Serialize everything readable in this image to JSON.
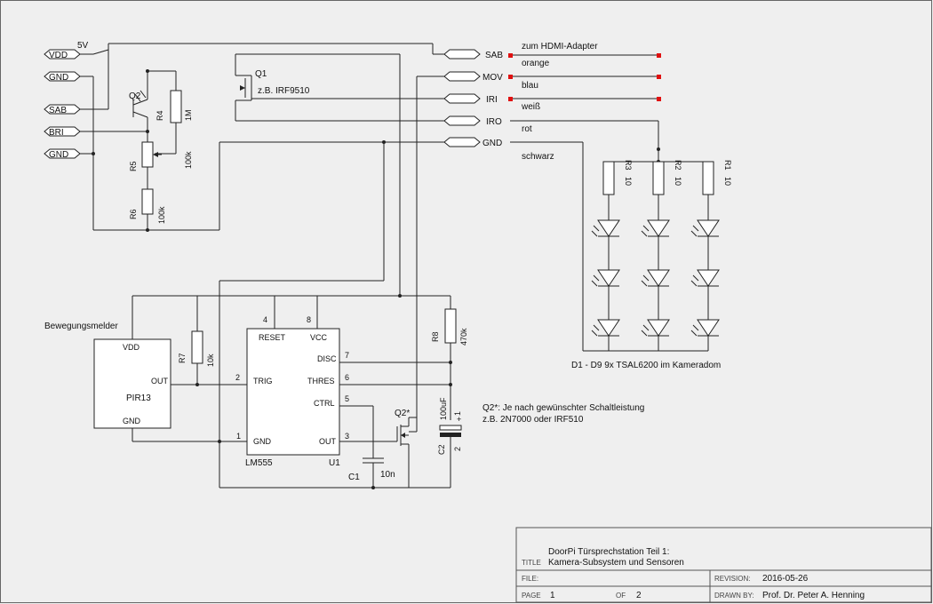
{
  "rail_label": "5V",
  "ports_left": [
    "VDD",
    "GND",
    "SAB",
    "BRI",
    "GND"
  ],
  "ports_right": [
    "SAB",
    "MOV",
    "IRI",
    "IRO",
    "GND"
  ],
  "wire_notes": [
    "zum HDMI-Adapter",
    "orange",
    "blau",
    "weiß",
    "rot",
    "schwarz"
  ],
  "parts": {
    "q1": {
      "ref": "Q1",
      "value": "z.B. IRF9510"
    },
    "q2": {
      "ref": "Q2"
    },
    "r4": {
      "ref": "R4",
      "value": "1M"
    },
    "r5": {
      "ref": "R5",
      "value": "100k"
    },
    "r6": {
      "ref": "R6",
      "value": "100k"
    },
    "r1": {
      "ref": "R1",
      "value": "10"
    },
    "r2": {
      "ref": "R2",
      "value": "10"
    },
    "r3": {
      "ref": "R3",
      "value": "10"
    },
    "r7": {
      "ref": "R7",
      "value": "10k"
    },
    "r8": {
      "ref": "R8",
      "value": "470k"
    },
    "c1": {
      "ref": "C1",
      "value": "10n"
    },
    "c2": {
      "ref": "C2",
      "value": "100uF",
      "pin_plus": "+",
      "pin_num1": "1",
      "pin_num2": "2"
    },
    "q2b": {
      "ref": "Q2*"
    }
  },
  "led_caption": "D1 - D9 9x TSAL6200 im Kameradom",
  "pir": {
    "title": "Bewegungsmelder",
    "name": "PIR13",
    "pins": [
      "VDD",
      "OUT",
      "GND"
    ]
  },
  "u1": {
    "ref": "U1",
    "value": "LM555",
    "pins": [
      {
        "num": "4",
        "name": "RESET"
      },
      {
        "num": "8",
        "name": "VCC"
      },
      {
        "num": "7",
        "name": "DISC"
      },
      {
        "num": "6",
        "name": "THRES"
      },
      {
        "num": "5",
        "name": "CTRL"
      },
      {
        "num": "3",
        "name": "OUT"
      },
      {
        "num": "2",
        "name": "TRIG"
      },
      {
        "num": "1",
        "name": "GND"
      }
    ]
  },
  "notes": [
    "Q2*: Je nach gewünschter Schaltleistung",
    "z.B. 2N7000 oder IRF510"
  ],
  "titleblock": {
    "title_label": "TITLE",
    "title_line1": "DoorPi Türsprechstation Teil 1:",
    "title_line2": "Kamera-Subsystem und Sensoren",
    "file_label": "FILE:",
    "revision_label": "REVISION:",
    "revision": "2016-05-26",
    "page_label": "PAGE",
    "page": "1",
    "of_label": "OF",
    "pages": "2",
    "drawn_label": "DRAWN BY:",
    "drawn_by": "Prof. Dr. Peter A. Henning"
  }
}
